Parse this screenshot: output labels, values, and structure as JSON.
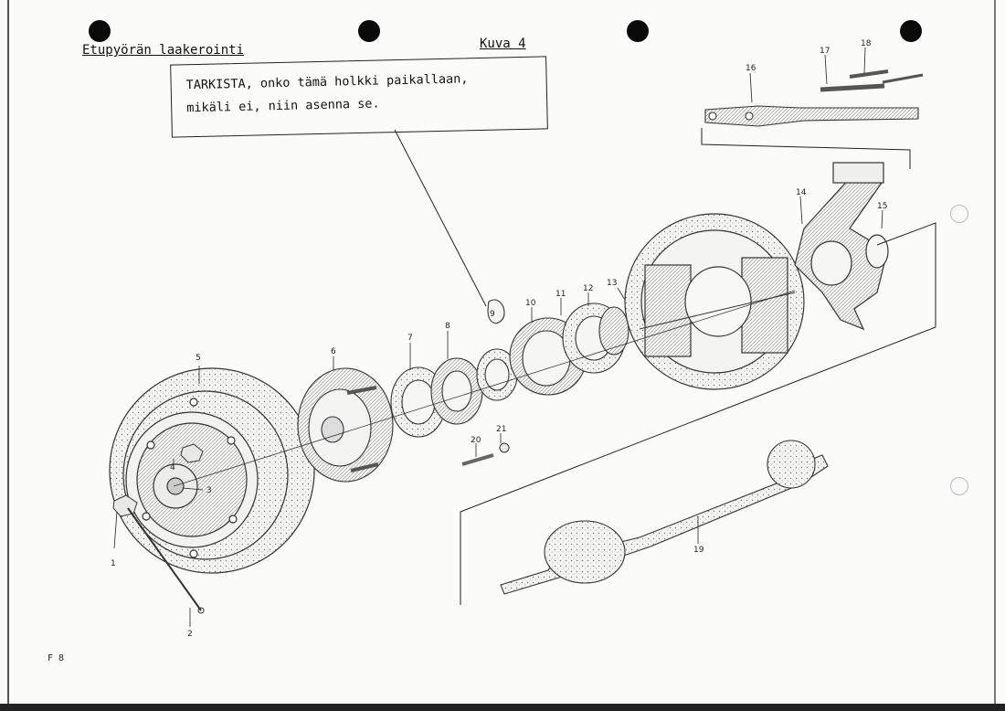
{
  "header": {
    "title": "Etupyörän laakerointi",
    "figure": "Kuva 4"
  },
  "note": {
    "line1": "TARKISTA, onko tämä holkki paikallaan,",
    "line2": "mikäli ei, niin asenna se."
  },
  "page_number": "F 8",
  "part_labels": [
    "1",
    "2",
    "3",
    "4",
    "5",
    "6",
    "7",
    "8",
    "9",
    "10",
    "11",
    "12",
    "13",
    "14",
    "15",
    "16",
    "17",
    "18",
    "19",
    "20",
    "21"
  ]
}
